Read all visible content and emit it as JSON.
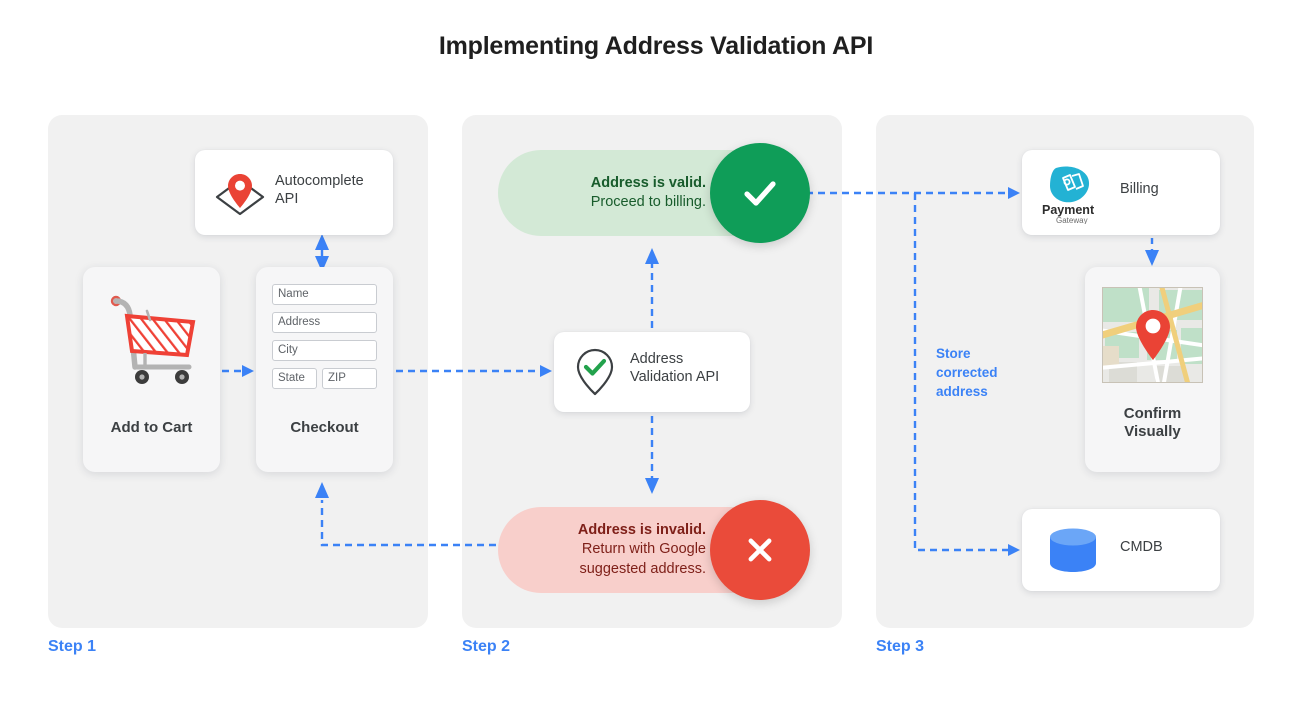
{
  "page": {
    "title": "Implementing Address Validation API",
    "accent_blue": "#3b82f6",
    "panel_bg": "#f1f1f1",
    "valid_green": "#0f9d58",
    "invalid_red": "#ea4b3a"
  },
  "steps": [
    {
      "label": "Step 1"
    },
    {
      "label": "Step 2"
    },
    {
      "label": "Step 3"
    }
  ],
  "step1": {
    "autocomplete": {
      "title_line1": "Autocomplete",
      "title_line2": "API",
      "icon": "map-pin-diamond-icon"
    },
    "cart": {
      "caption": "Add to Cart",
      "icon": "shopping-cart-icon"
    },
    "checkout": {
      "caption": "Checkout",
      "fields": [
        {
          "placeholder": "Name"
        },
        {
          "placeholder": "Address"
        },
        {
          "placeholder": "City"
        },
        {
          "placeholder": "State"
        },
        {
          "placeholder": "ZIP"
        }
      ]
    }
  },
  "step2": {
    "valid": {
      "line1": "Address is valid.",
      "line2": "Proceed to billing.",
      "badge_icon": "check-icon",
      "color": "#0f9d58"
    },
    "invalid": {
      "line1": "Address is invalid.",
      "line2": "Return with Google",
      "line3": "suggested address.",
      "badge_icon": "close-icon",
      "color": "#ea4b3a"
    },
    "validation_api": {
      "title_line1": "Address",
      "title_line2": "Validation API",
      "icon": "pin-check-icon"
    }
  },
  "step3": {
    "billing": {
      "label": "Billing",
      "logo_line1": "Payment",
      "logo_line2": "Gateway",
      "icon": "payment-gateway-icon"
    },
    "confirm": {
      "caption_line1": "Confirm",
      "caption_line2": "Visually",
      "icon": "map-thumbnail-icon"
    },
    "cmdb": {
      "label": "CMDB",
      "icon": "database-icon"
    },
    "store_note": {
      "line1": "Store",
      "line2": "corrected",
      "line3": "address"
    }
  }
}
